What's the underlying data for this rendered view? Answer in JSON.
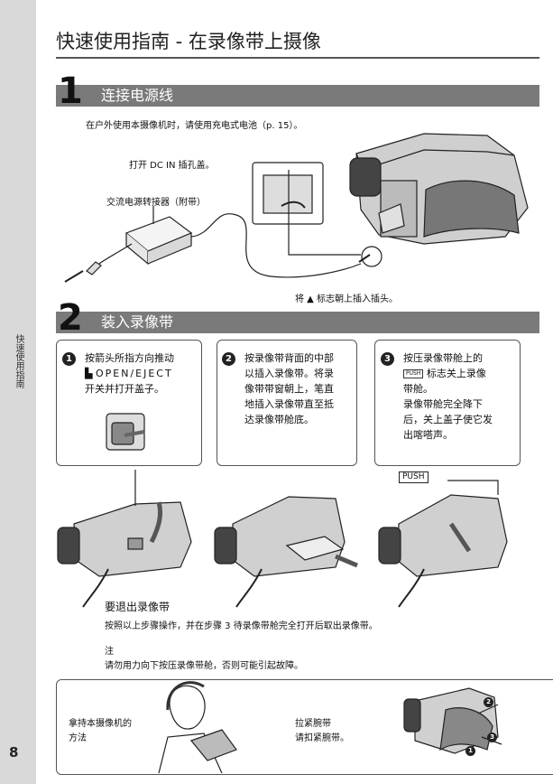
{
  "sidebar": {
    "label": "快速使用指南",
    "page_number": "8"
  },
  "title": "快速使用指南 - 在录像带上摄像",
  "step1": {
    "number": "1",
    "title": "连接电源线",
    "intro": "在户外使用本摄像机时，请使用充电式电池（p. 15）。",
    "label_dc_in": "打开 DC IN 插孔盖。",
    "label_adapter": "交流电源转接器（附带）",
    "label_plug": "将 ▲ 标志朝上插入插头。"
  },
  "step2": {
    "number": "2",
    "title": "装入录像带",
    "sub1": {
      "num": "1",
      "lines": [
        "按箭头所指方向推动",
        "OPEN/EJECT",
        "开关并打开盖子。"
      ]
    },
    "sub2": {
      "num": "2",
      "lines": [
        "按录像带背面的中部",
        "以插入录像带。将录",
        "像带带窗朝上，笔直",
        "地插入录像带直至抵",
        "达录像带舱底。"
      ]
    },
    "sub3": {
      "num": "3",
      "line1": "按压录像带舱上的",
      "push_tag": "PUSH",
      "line2": "标志关上录像",
      "lines": [
        "带舱。",
        "录像带舱完全降下",
        "后，关上盖子使它发",
        "出喀嗒声。"
      ]
    },
    "push_label": "PUSH"
  },
  "eject": {
    "heading": "要退出录像带",
    "text": "按照以上步骤操作，并在步骤 3 待录像带舱完全打开后取出录像带。"
  },
  "note": {
    "heading": "注",
    "text": "请勿用力向下按压录像带舱，否则可能引起故障。"
  },
  "bottom": {
    "hold_line1": "拿持本摄像机的",
    "hold_line2": "方法",
    "strap_line1": "拉紧腕带",
    "strap_line2": "请扣紧腕带。",
    "strap_nums": [
      "2",
      "3",
      "1"
    ]
  }
}
